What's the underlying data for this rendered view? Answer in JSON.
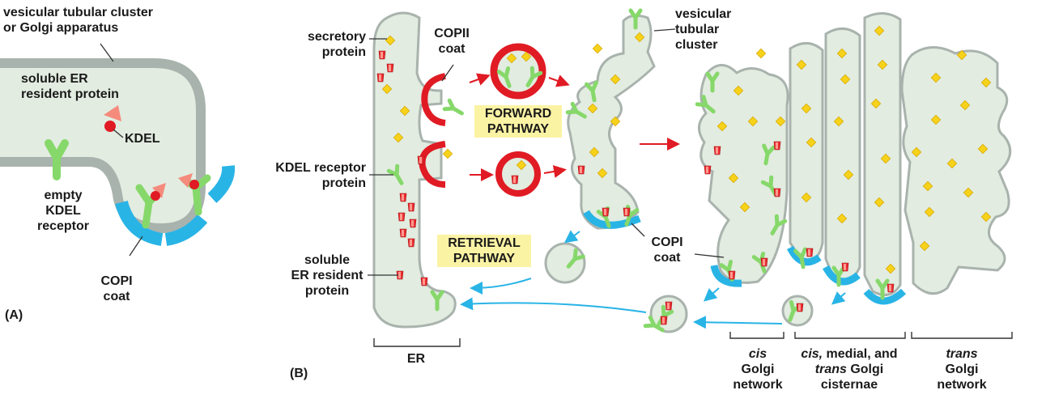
{
  "colors": {
    "lumen": "#e2ece0",
    "membrane": "#a9b3ad",
    "copii": "#e01b24",
    "copi": "#29b4e6",
    "receptor": "#86d86a",
    "cargo_secretory": "#f7d21b",
    "cargo_er": "#ea2c31",
    "arrow_red": "#e01b24",
    "arrow_blue": "#29b4e6",
    "highlight": "#fbf3a4"
  },
  "panel_a": {
    "tag": "(A)",
    "vtc_label": "vesicular tubular cluster\nor Golgi apparatus",
    "soluble_label": "soluble ER\nresident protein",
    "kdel_label": "KDEL",
    "empty_receptor_label": "empty\nKDEL\nreceptor",
    "copi_label": "COPI\ncoat"
  },
  "panel_b": {
    "tag": "(B)",
    "secretory_label": "secretory\nprotein",
    "copii_label": "COPII\ncoat",
    "vtc_label": "vesicular\ntubular\ncluster",
    "forward_label": "FORWARD\nPATHWAY",
    "kdel_receptor_label": "KDEL receptor\nprotein",
    "retrieval_label": "RETRIEVAL\nPATHWAY",
    "copi_label": "COPI\ncoat",
    "soluble_label": "soluble\nER resident\nprotein",
    "er_label": "ER",
    "cis_network": {
      "italic": "cis",
      "rest": "\nGolgi\nnetwork"
    },
    "cisternae": {
      "italic_1": "cis,",
      "mid": " medial, and\n",
      "italic_2": "trans",
      "rest": " Golgi\ncisternae"
    },
    "trans_network": {
      "italic": "trans",
      "rest": "\nGolgi\nnetwork"
    }
  }
}
